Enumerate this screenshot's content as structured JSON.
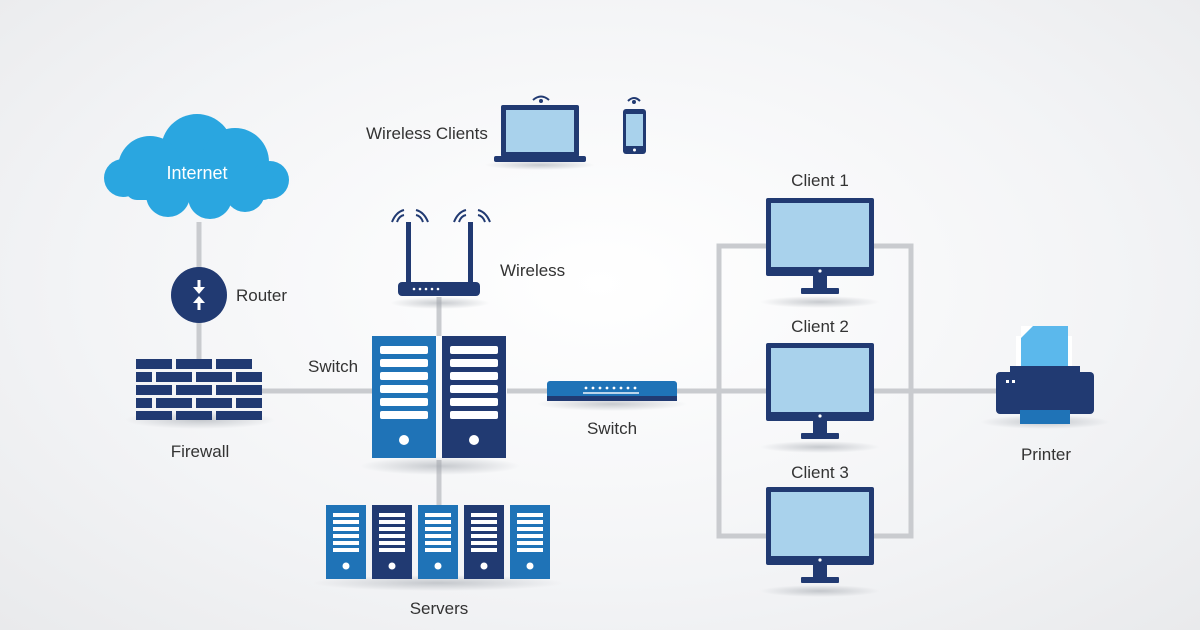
{
  "colors": {
    "navy": "#213a72",
    "blue": "#1f73b7",
    "light_blue": "#a9d2ec",
    "cloud": "#2aa6e0",
    "line": "#c9cbcf",
    "text": "#333333"
  },
  "labels": {
    "internet": "Internet",
    "router": "Router",
    "firewall": "Firewall",
    "switch_left": "Switch",
    "switch_right": "Switch",
    "wireless_clients": "Wireless Clients",
    "wireless": "Wireless",
    "servers": "Servers",
    "client1": "Client 1",
    "client2": "Client 2",
    "client3": "Client 3",
    "printer": "Printer"
  },
  "icons": [
    "cloud-icon",
    "router-icon",
    "firewall-icon",
    "wireless-router-icon",
    "laptop-icon",
    "phone-icon",
    "server-icon",
    "switch-icon",
    "monitor-icon",
    "printer-icon"
  ]
}
